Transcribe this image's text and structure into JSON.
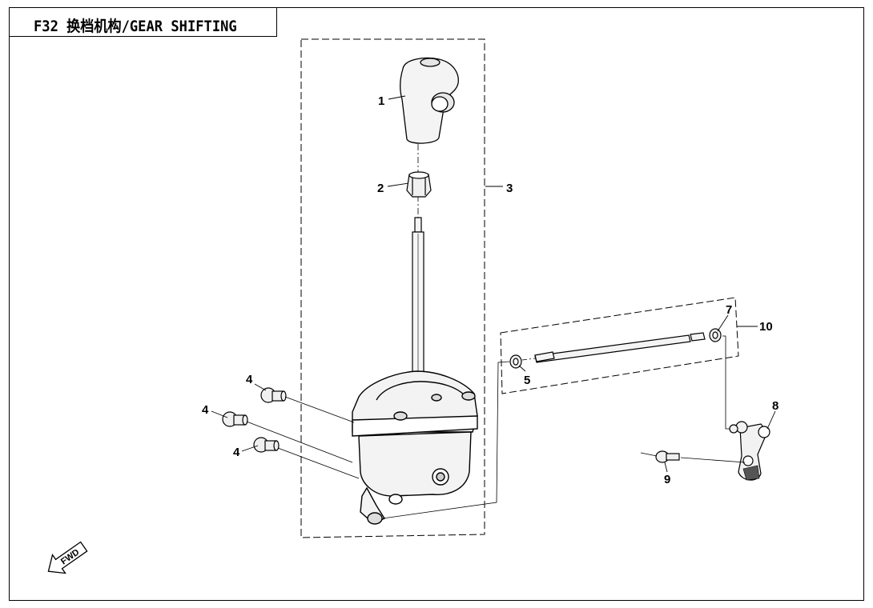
{
  "title": "F32 换档机构/GEAR SHIFTING",
  "callouts": {
    "c1": "1",
    "c2": "2",
    "c3": "3",
    "c4a": "4",
    "c4b": "4",
    "c4c": "4",
    "c5": "5",
    "c7": "7",
    "c8": "8",
    "c9": "9",
    "c10": "10"
  },
  "fwd_label": "FWD",
  "colors": {
    "line": "#000000",
    "background": "#ffffff",
    "part_fill": "#f4f4f4"
  }
}
